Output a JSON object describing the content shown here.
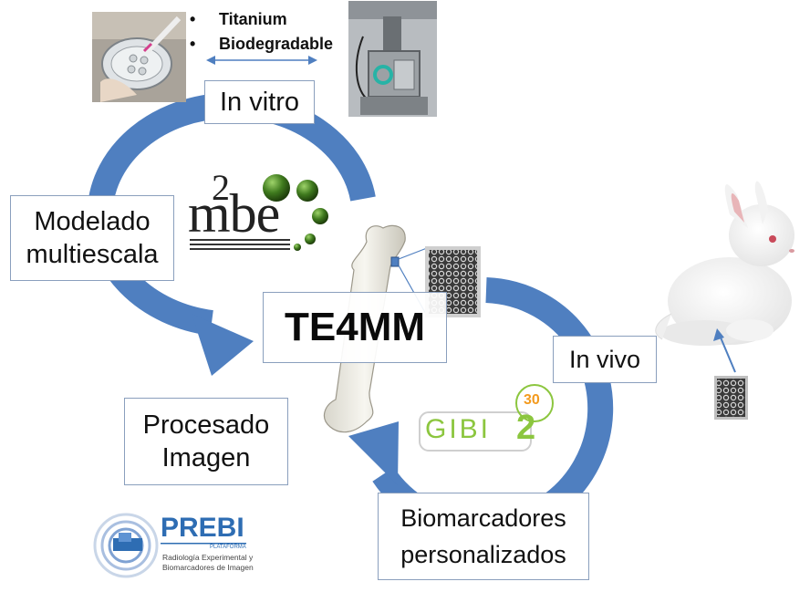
{
  "bullets": [
    "Titanium",
    "Biodegradable"
  ],
  "labels": {
    "in_vitro": "In vitro",
    "modelado_line1": "Modelado",
    "modelado_line2": "multiescala",
    "center": "TE4MM",
    "in_vivo": "In vivo",
    "procesado_line1": "Procesado",
    "procesado_line2": "Imagen",
    "biomarcadores_line1": "Biomarcadores",
    "biomarcadores_line2": "personalizados"
  },
  "logos": {
    "mbe_superscript": "2",
    "mbe_text": "mbe",
    "gibi_text": "GIBI",
    "gibi_number": "2",
    "gibi_superscript": "30",
    "prebi_title": "PREBI",
    "prebi_kicker": "PLATAFORMA",
    "prebi_line1": "Radiología Experimental y",
    "prebi_line2": "Biomarcadores de Imagen"
  },
  "colors": {
    "arrow": "#4f7fc0",
    "box_border": "#8a9fbd",
    "mbe_green": "#3f7a1e",
    "gibi_green": "#8cc63f",
    "gibi_orange": "#f39a1e",
    "prebi_blue": "#2e6db3"
  }
}
